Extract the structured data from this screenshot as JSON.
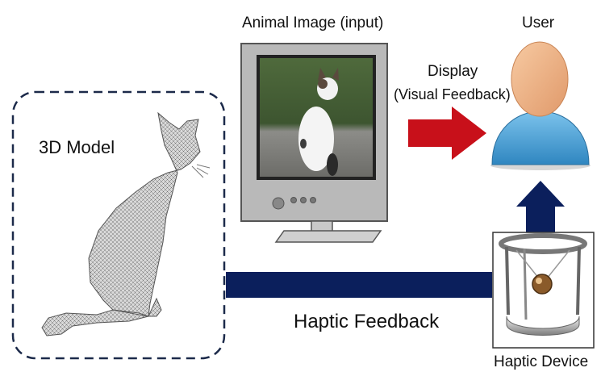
{
  "labels": {
    "model": "3D Model",
    "animal_image": "Animal Image (input)",
    "display_line1": "Display",
    "display_line2": "(Visual Feedback)",
    "user": "User",
    "haptic_feedback": "Haptic Feedback",
    "haptic_device": "Haptic Device"
  },
  "colors": {
    "navy_arrow": "#0b1f5c",
    "red_arrow": "#c8101a",
    "dashed_border": "#1c2a4a",
    "user_head": "#f0b486",
    "user_body": "#3f9fd6"
  },
  "icons": {
    "cat_model": "wireframe-cat-icon",
    "monitor": "monitor-icon",
    "user": "user-avatar-icon",
    "haptic_device": "haptic-device-icon"
  }
}
